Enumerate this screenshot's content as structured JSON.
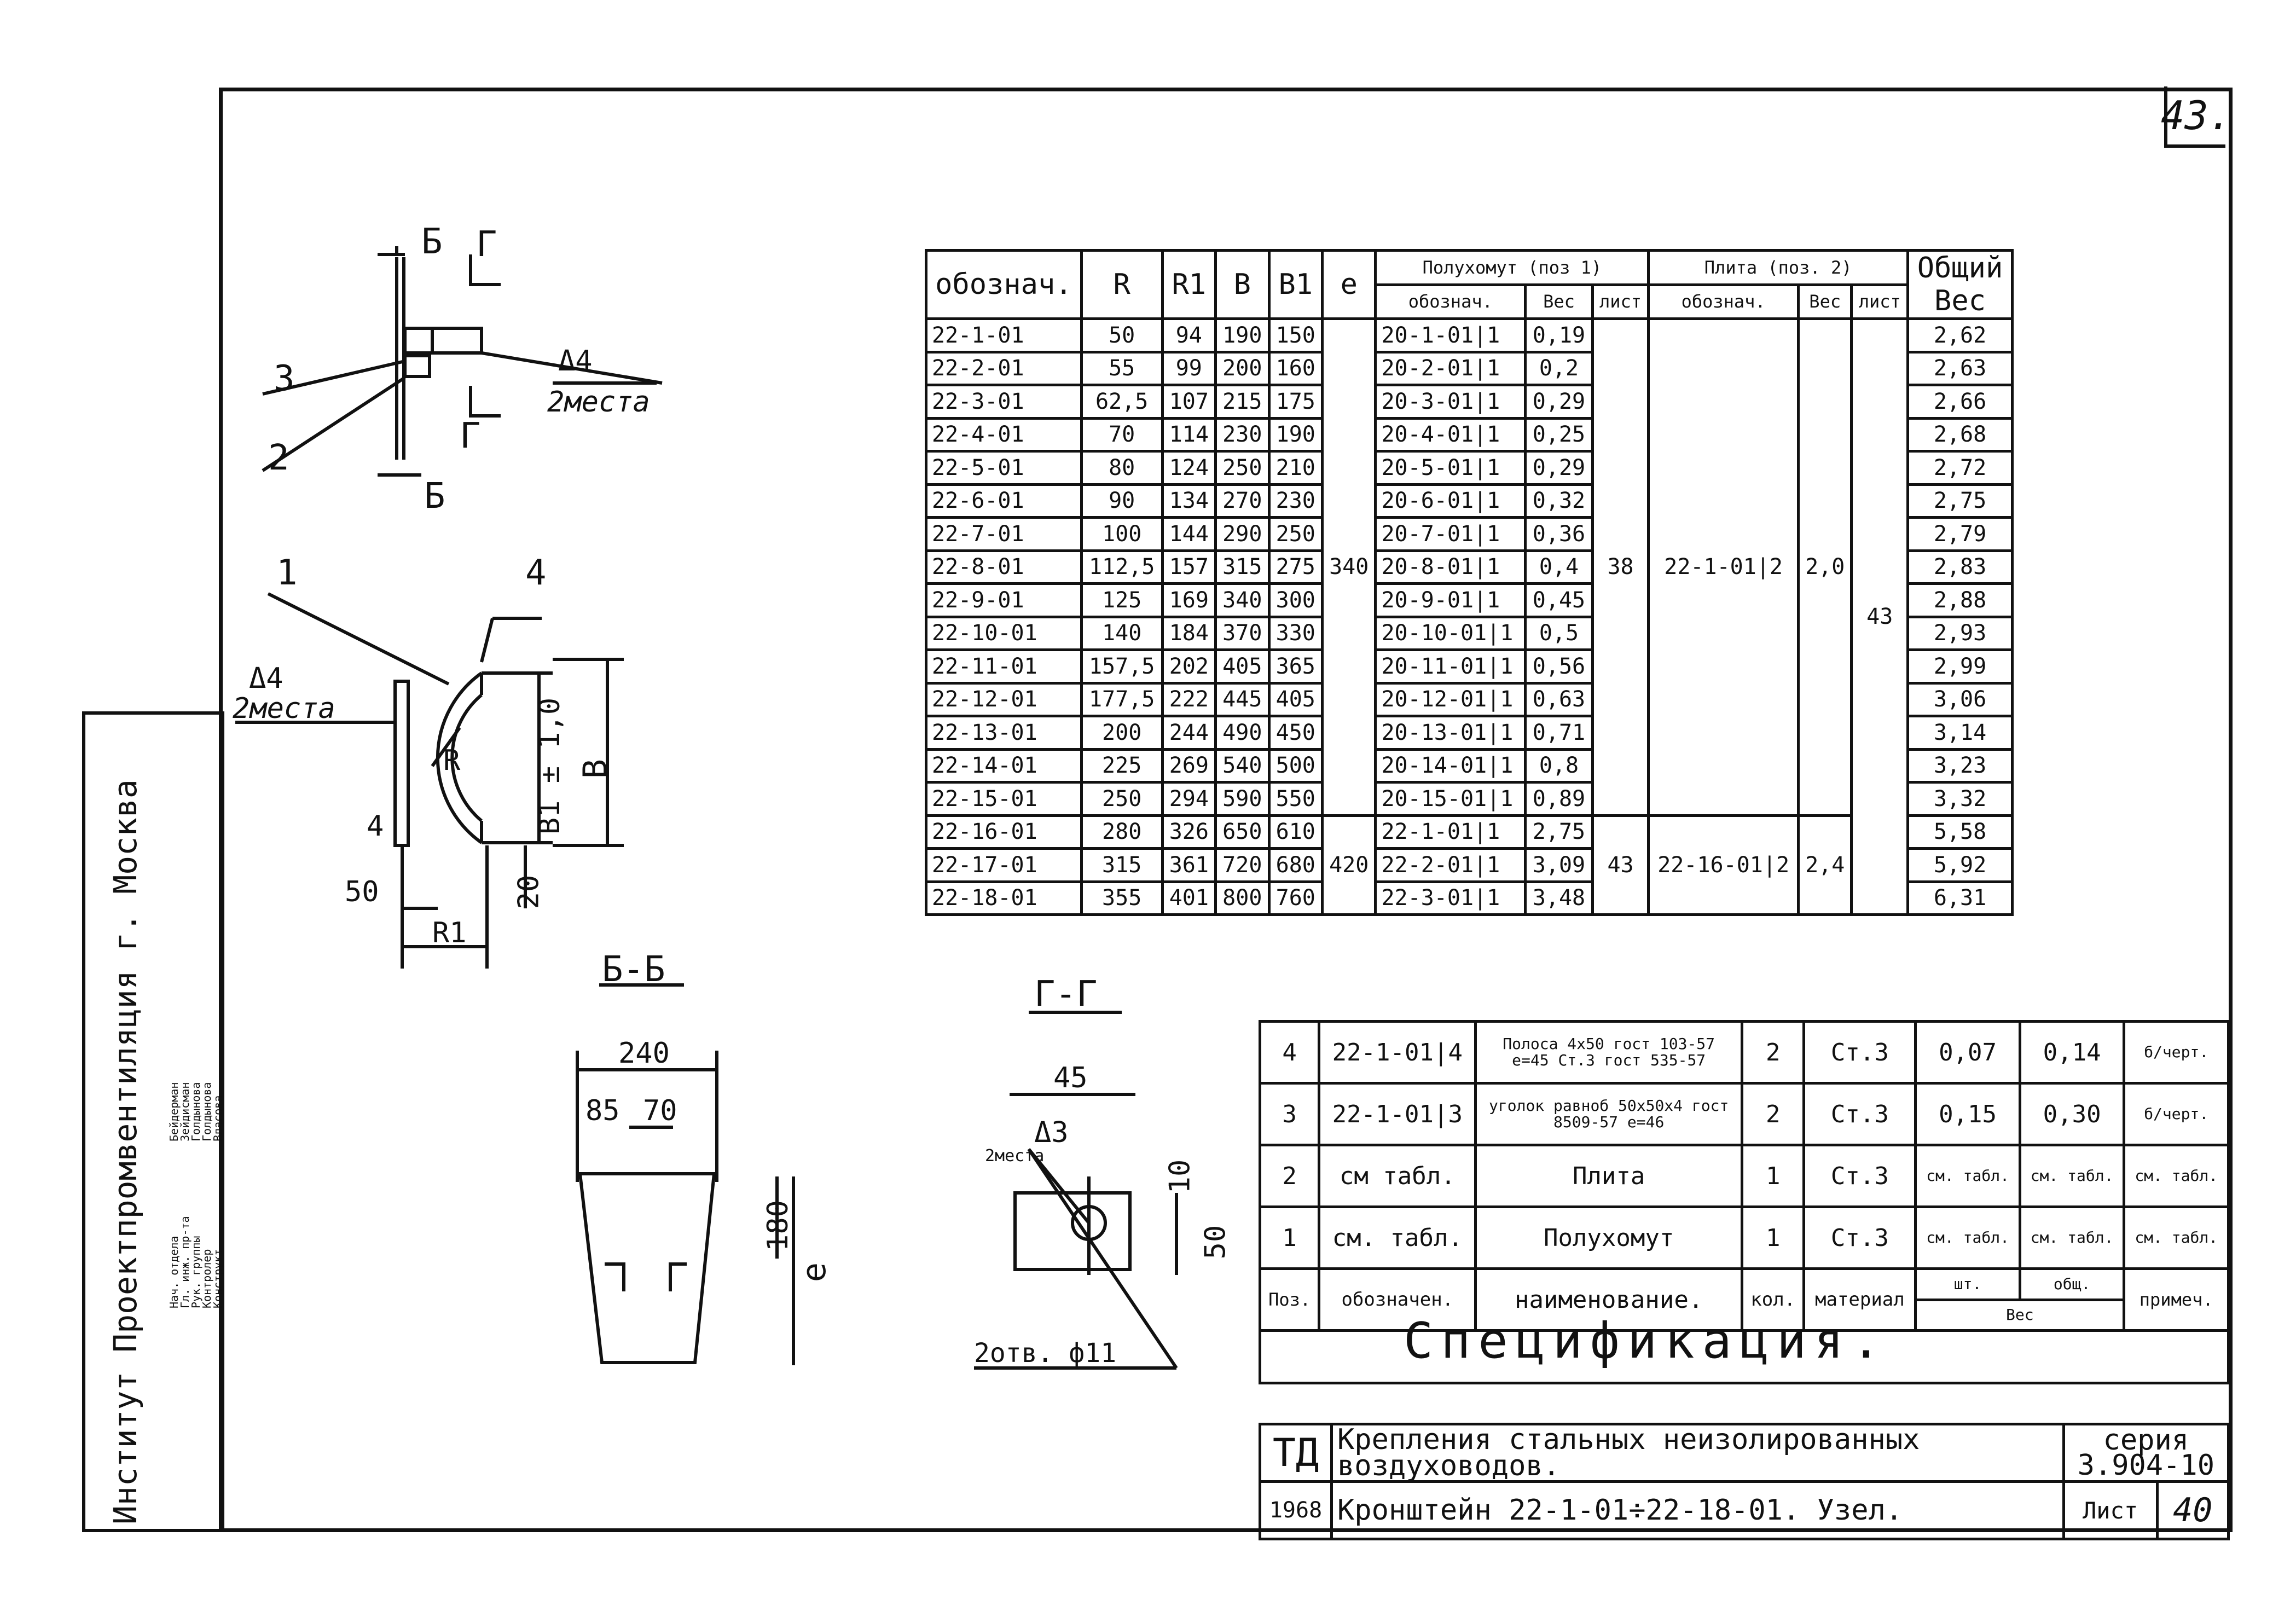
{
  "sheet_number": "43.",
  "views": {
    "section_bb": "Б-Б",
    "section_gg": "Г-Г",
    "cut_b": "Б",
    "cut_g": "Г"
  },
  "callouts": {
    "top_weld": "Δ4",
    "top_weld_places": "2места",
    "side_weld": "Δ4",
    "side_weld_places": "2места",
    "gg_weld": "Δ3",
    "gg_weld_places": "2места",
    "holes": "2отв. ф11",
    "pos1": "1",
    "pos2": "2",
    "pos3": "3",
    "pos4": "4"
  },
  "dimensions": {
    "height": "В",
    "height_1": "В1 ± 1,0",
    "radius": "R",
    "r1": "R1",
    "d50": "50",
    "d20": "20",
    "d4": "4",
    "bb_240": "240",
    "bb_85": "85",
    "bb_70": "70",
    "bb_180": "180",
    "bb_e": "e",
    "gg_45": "45",
    "gg_10": "10",
    "gg_50": "50"
  },
  "main_table": {
    "headers": [
      "обознач.",
      "R",
      "R1",
      "В",
      "В1",
      "e",
      "Полухомут (поз 1)",
      "Плита (поз. 2)",
      "Общий Вес"
    ],
    "subheaders": [
      "обознач.",
      "Вес",
      "лист",
      "обознач.",
      "Вес",
      "лист"
    ],
    "rows": [
      [
        "22-1-01",
        "50",
        "94",
        "190",
        "150",
        "20-1-01|1",
        "0,19",
        "2,62"
      ],
      [
        "22-2-01",
        "55",
        "99",
        "200",
        "160",
        "20-2-01|1",
        "0,2",
        "2,63"
      ],
      [
        "22-3-01",
        "62,5",
        "107",
        "215",
        "175",
        "20-3-01|1",
        "0,29",
        "2,66"
      ],
      [
        "22-4-01",
        "70",
        "114",
        "230",
        "190",
        "20-4-01|1",
        "0,25",
        "2,68"
      ],
      [
        "22-5-01",
        "80",
        "124",
        "250",
        "210",
        "20-5-01|1",
        "0,29",
        "2,72"
      ],
      [
        "22-6-01",
        "90",
        "134",
        "270",
        "230",
        "20-6-01|1",
        "0,32",
        "2,75"
      ],
      [
        "22-7-01",
        "100",
        "144",
        "290",
        "250",
        "20-7-01|1",
        "0,36",
        "2,79"
      ],
      [
        "22-8-01",
        "112,5",
        "157",
        "315",
        "275",
        "20-8-01|1",
        "0,4",
        "2,83"
      ],
      [
        "22-9-01",
        "125",
        "169",
        "340",
        "300",
        "20-9-01|1",
        "0,45",
        "2,88"
      ],
      [
        "22-10-01",
        "140",
        "184",
        "370",
        "330",
        "20-10-01|1",
        "0,5",
        "2,93"
      ],
      [
        "22-11-01",
        "157,5",
        "202",
        "405",
        "365",
        "20-11-01|1",
        "0,56",
        "2,99"
      ],
      [
        "22-12-01",
        "177,5",
        "222",
        "445",
        "405",
        "20-12-01|1",
        "0,63",
        "3,06"
      ],
      [
        "22-13-01",
        "200",
        "244",
        "490",
        "450",
        "20-13-01|1",
        "0,71",
        "3,14"
      ],
      [
        "22-14-01",
        "225",
        "269",
        "540",
        "500",
        "20-14-01|1",
        "0,8",
        "3,23"
      ],
      [
        "22-15-01",
        "250",
        "294",
        "590",
        "550",
        "20-15-01|1",
        "0,89",
        "3,32"
      ],
      [
        "22-16-01",
        "280",
        "326",
        "650",
        "610",
        "22-1-01|1",
        "2,75",
        "5,58"
      ],
      [
        "22-17-01",
        "315",
        "361",
        "720",
        "680",
        "22-2-01|1",
        "3,09",
        "5,92"
      ],
      [
        "22-18-01",
        "355",
        "401",
        "800",
        "760",
        "22-3-01|1",
        "3,48",
        "6,31"
      ]
    ],
    "e_group1": "340",
    "e_group2": "420",
    "sheet_group1": "38",
    "sheet_group2": "43",
    "plate_group1": "22-1-01|2",
    "plate_weight1": "2,0",
    "plate_sheet1": "43",
    "plate_group2": "22-16-01|2",
    "plate_weight2": "2,4"
  },
  "spec": {
    "rows": [
      [
        "4",
        "22-1-01|4",
        "Полоса 4х50 гост 103-57 e=45 Ст.3 гост 535-57",
        "2",
        "Ст.3",
        "0,07",
        "0,14",
        "б/черт."
      ],
      [
        "3",
        "22-1-01|3",
        "уголок равноб 50х50х4 гост 8509-57 e=46",
        "2",
        "Ст.3",
        "0,15",
        "0,30",
        "б/черт."
      ],
      [
        "2",
        "см табл.",
        "Плита",
        "1",
        "Ст.3",
        "см. табл.",
        "см. табл.",
        "см. табл."
      ],
      [
        "1",
        "см. табл.",
        "Полухомут",
        "1",
        "Ст.3",
        "см. табл.",
        "см. табл.",
        "см. табл."
      ]
    ],
    "header": [
      "Поз.",
      "обозначен.",
      "наименование.",
      "кол.",
      "материал",
      "шт.",
      "общ.",
      "Вес",
      "примеч."
    ],
    "caption": "Спецификация."
  },
  "title_block": {
    "code": "ТД",
    "title": "Крепления стальных неизолированных воздуховодов.",
    "series_label": "серия",
    "series": "3.904-10",
    "year": "1968",
    "drawing": "Кронштейн 22-1-01÷22-18-01. Узел.",
    "sheet_label": "Лист",
    "sheet": "40"
  },
  "stamp": {
    "institute": "Институт Проектпромвентиляция г. Москва",
    "roles": [
      "Нач. отдела",
      "Гл. инж. пр-та",
      "Рук. группы",
      "Контролер",
      "Конструкт"
    ],
    "names": [
      "Бейдерман",
      "Зейдисман",
      "Голдынова",
      "Голдынова",
      "Власова"
    ]
  }
}
